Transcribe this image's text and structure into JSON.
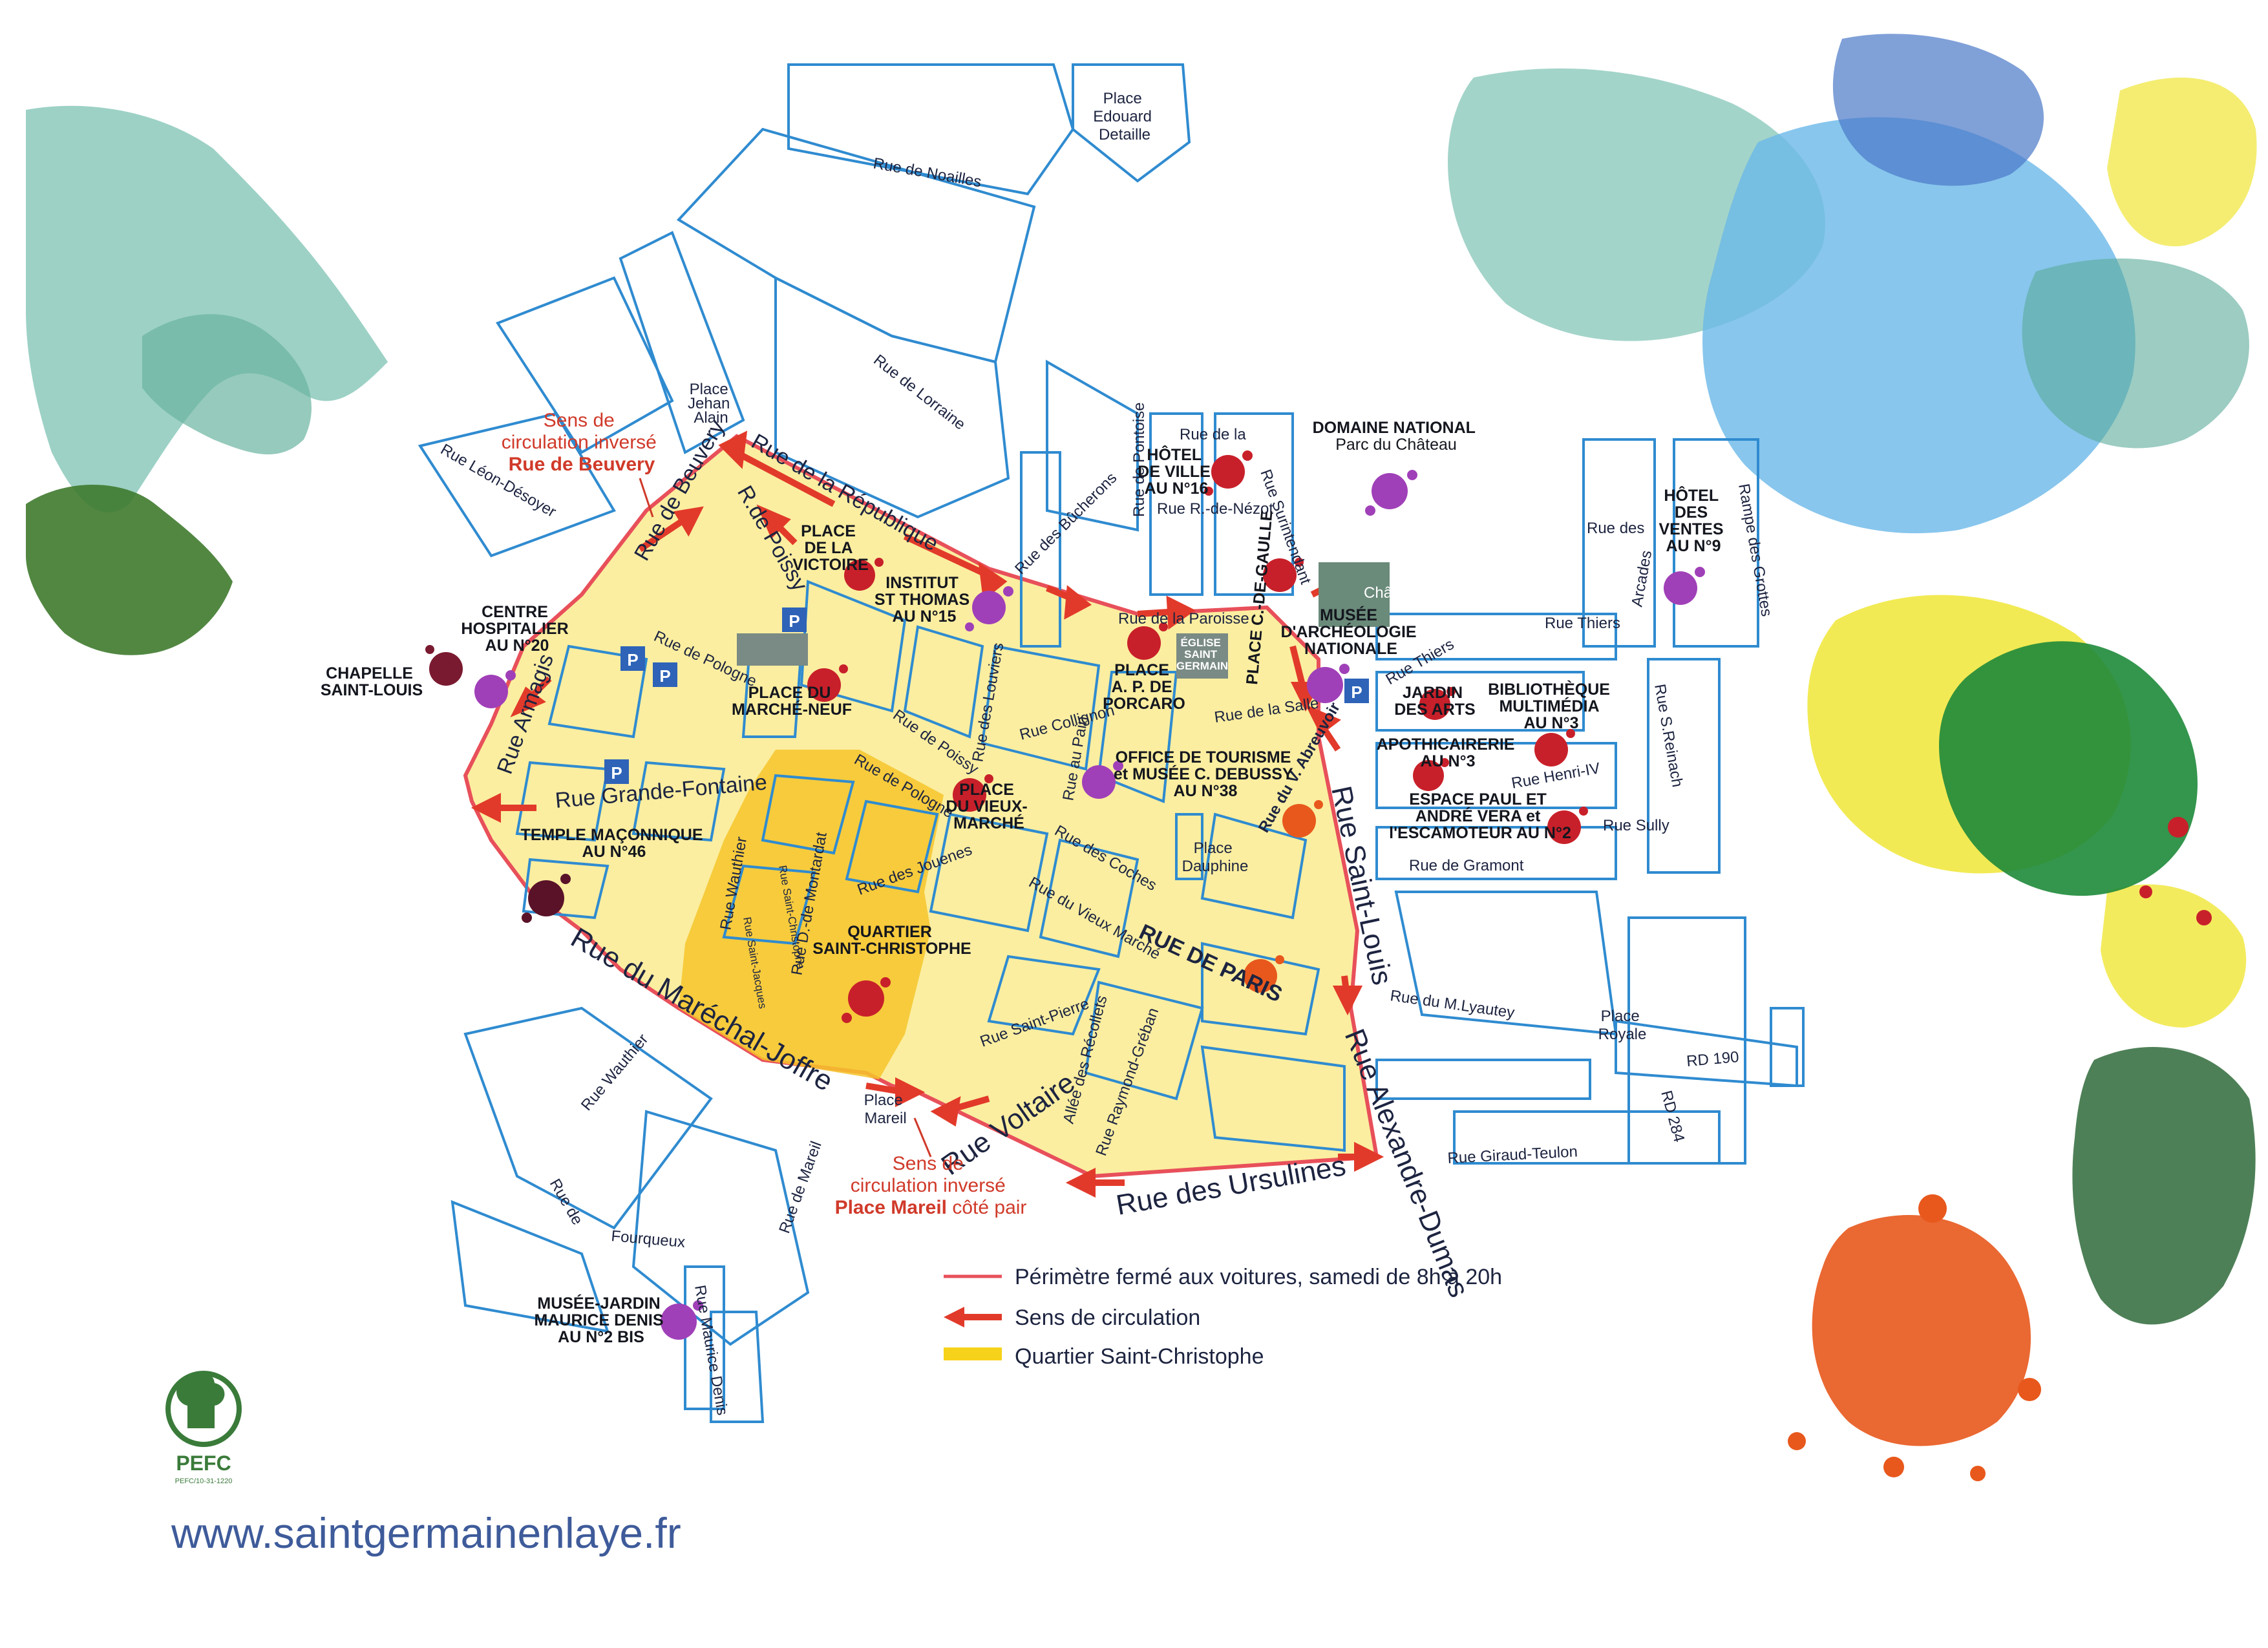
{
  "map": {
    "colors": {
      "paper": "#ffffff",
      "street_line": "#2f8bd0",
      "pedestrian_zone": "#fbeea0",
      "quartier_zone": "#f6c42a",
      "perimeter": "#e8505a",
      "arrow": "#e23a2a",
      "splat_red": "#c8202a",
      "splat_purple": "#a040b8",
      "splat_orange": "#e8581c",
      "splat_yellow": "#f0e636",
      "splat_green": "#1e8a3a",
      "splat_lightblue": "#6ab8e8",
      "splat_teal": "#3a9a8a",
      "parking": "#2e63b8"
    },
    "streets": {
      "noailles": "Rue de Noailles",
      "lorraine": "Rue de Lorraine",
      "republique": "Rue de la République",
      "pontoise": "Rue de Pontoise",
      "bucherons": "Rue des Bûcherons",
      "rue_de_la": "Rue de la",
      "nezot": "Rue R.-de-Nézot",
      "paroisse": "Rue de la Paroisse",
      "leon_desoyer": "Rue Léon-Désoyer",
      "beuvery": "Rue de Beuvery",
      "armagis": "Rue Armagis",
      "poissy_a": "R.de Poissy",
      "pologne_a": "Rue de Pologne",
      "grande_fontaine": "Rue Grande-Fontaine",
      "poissy_b": "Rue de Poissy",
      "pologne_b": "Rue de Pologne",
      "louviers": "Rue des Louviers",
      "collignon": "Rue Collignon",
      "au_pain": "Rue au Pain",
      "salle": "Rue de la Salle",
      "coches": "Rue des Coches",
      "vieux_marche": "Rue du Vieux Marché",
      "jouenes": "Rue des Jouenes",
      "wauthier_a": "Rue Wauthier",
      "saint_christophe": "Rue Saint-Christophe",
      "saint_jacques": "Rue Saint-Jacques",
      "montardat": "Rue D.-de Montardat",
      "saint_pierre": "Rue Saint-Pierre",
      "recollets": "Allée des Récollets",
      "raymond_greban": "Rue Raymond-Gréban",
      "paris": "RUE DE PARIS",
      "marechal_joffre": "Rue du Maréchal-Joffre",
      "voltaire": "Rue Voltaire",
      "ursulines": "Rue des Ursulines",
      "alexandre_dumas": "Rue Alexandre-Dumas",
      "saint_louis": "Rue Saint-Louis",
      "thiers": "Rue Thiers",
      "thiers_b": "Rue Thiers",
      "henri_iv": "Rue Henri-IV",
      "sully": "Rue Sully",
      "gramont": "Rue de Gramont",
      "lyautey": "Rue du M.Lyautey",
      "giraud_teulon": "Rue Giraud-Teulon",
      "rd190": "RD 190",
      "rd284": "RD 284",
      "arcades_a": "Rue des",
      "arcades_b": "Arcades",
      "grottes": "Rampe des Grottes",
      "reinach": "Rue S.Reinach",
      "wauthier_b": "Rue Wauthier",
      "fourqueux_a": "Rue de",
      "fourqueux_b": "Fourqueux",
      "mareil": "Rue de Mareil",
      "maurice_denis": "Rue Maurice Denis",
      "intendant": "Rue Surintendant",
      "vieux_abreuvoir": "Rue du V. Abreuvoir"
    },
    "places": {
      "edouard_detaille": [
        "Place",
        "Edouard",
        "Detaille"
      ],
      "jehan_alain": [
        "Place",
        "Jehan",
        "Alain"
      ],
      "dauphine": [
        "Place",
        "Dauphine"
      ],
      "royale": [
        "Place",
        "Royale"
      ],
      "mareil": [
        "Place",
        "Mareil"
      ]
    },
    "pois": {
      "hotel_de_ville": [
        "HÔTEL",
        "DE VILLE",
        "AU N°16"
      ],
      "domaine_national": [
        "DOMAINE NATIONAL",
        "Parc du Château"
      ],
      "place_victoire": [
        "PLACE",
        "DE LA",
        "VICTOIRE"
      ],
      "institut": [
        "INSTITUT",
        "ST THOMAS",
        "AU N°15"
      ],
      "centre_hospitalier": [
        "CENTRE",
        "HOSPITALIER",
        "AU N°20"
      ],
      "chapelle": [
        "CHAPELLE",
        "SAINT-LOUIS"
      ],
      "marche_neuf": [
        "PLACE DU",
        "MARCHÉ-NEUF"
      ],
      "eglise": [
        "ÉGLISE",
        "SAINT",
        "GERMAIN"
      ],
      "place_porcaro": [
        "PLACE",
        "A. P. DE",
        "PORCARO"
      ],
      "place_de_gaulle": "PLACE C.-DE-GAULLE",
      "chateau": "Château",
      "musee_archeo": [
        "MUSÉE",
        "D'ARCHÉOLOGIE",
        "NATIONALE"
      ],
      "hotel_ventes": [
        "HÔTEL",
        "DES",
        "VENTES",
        "AU N°9"
      ],
      "jardin_arts": [
        "JARDIN",
        "DES ARTS"
      ],
      "bibliotheque": [
        "BIBLIOTHÈQUE",
        "MULTIMÉDIA",
        "AU N°3"
      ],
      "apothicairerie": [
        "APOTHICAIRERIE",
        "AU N°3"
      ],
      "espace_vera": [
        "ESPACE PAUL ET",
        "ANDRÉ VERA et",
        "l'ESCAMOTEUR AU N°2"
      ],
      "office_tourisme": [
        "OFFICE DE TOURISME",
        "et MUSÉE C. DEBUSSY",
        "AU N°38"
      ],
      "place_vieux_marche": [
        "PLACE",
        "DU VIEUX-",
        "MARCHÉ"
      ],
      "temple": [
        "TEMPLE MAÇONNIQUE",
        "AU N°46"
      ],
      "quartier": [
        "QUARTIER",
        "SAINT-CHRISTOPHE"
      ],
      "musee_jardin": [
        "MUSÉE-JARDIN",
        "MAURICE DENIS",
        "AU N°2 BIS"
      ]
    },
    "notes": {
      "beuvery": [
        "Sens de",
        "circulation inversé",
        "Rue de Beuvery"
      ],
      "mareil": [
        "Sens de",
        "circulation inversé",
        "Place Mareil côté pair"
      ],
      "mareil_bold": "Place Mareil",
      "mareil_rest": " côté pair"
    },
    "parking_label": "P",
    "legend": [
      {
        "label": "Périmètre fermé aux voitures, samedi de 8h à 20h",
        "symbol": "line",
        "color": "#e8505a"
      },
      {
        "label": "Sens de circulation",
        "symbol": "arrow",
        "color": "#e23a2a"
      },
      {
        "label": "Quartier Saint-Christophe",
        "symbol": "bar",
        "color": "#f6d21a"
      }
    ],
    "logo": {
      "name": "PEFC",
      "code": "PEFC/10-31-1220"
    },
    "website": "www.saintgermainenlaye.fr"
  }
}
